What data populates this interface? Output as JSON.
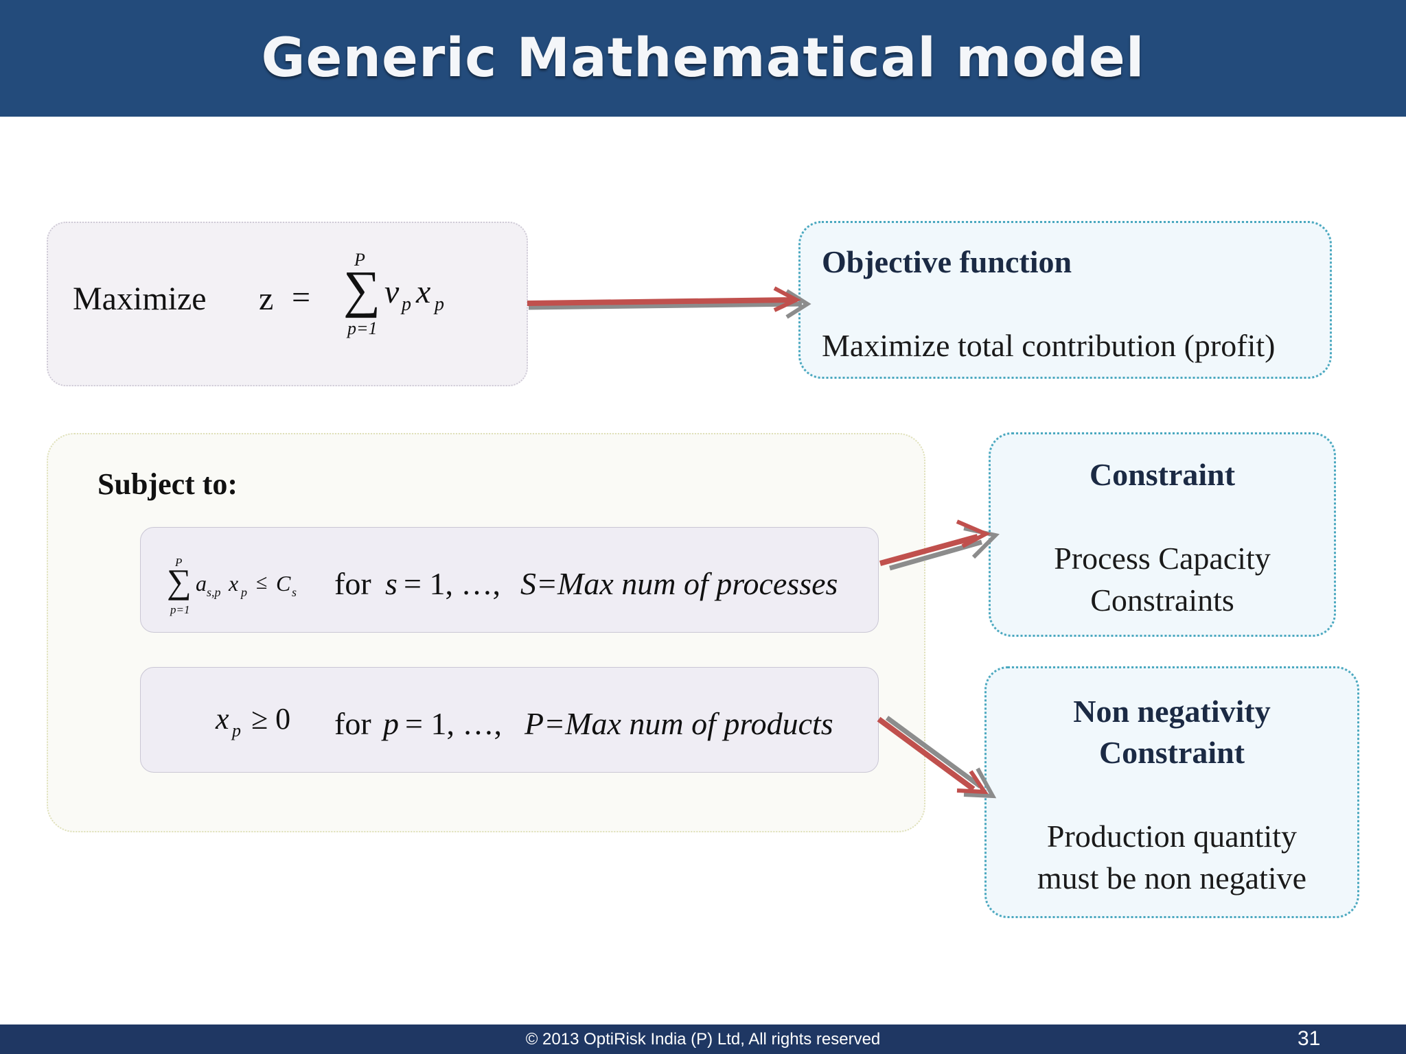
{
  "slide": {
    "title": "Generic Mathematical model",
    "page_number": "31",
    "footer": "© 2013 OptiRisk India (P) Ltd, All rights reserved"
  },
  "objective": {
    "maximize_label": "Maximize",
    "lhs": "z",
    "equals": "=",
    "sum_symbol": "∑",
    "sum_upper": "P",
    "sum_lower": "p=1",
    "term_v": "v",
    "term_v_sub": "p",
    "term_x": "x",
    "term_x_sub": "p"
  },
  "objective_desc": {
    "title": "Objective function",
    "body": "Maximize total contribution (profit)"
  },
  "subject": {
    "label": "Subject to:"
  },
  "constraint_row": {
    "sum_symbol": "∑",
    "sum_upper": "P",
    "sum_lower": "p=1",
    "term_a": "a",
    "term_a_sub": "s,p",
    "term_x": "x",
    "term_x_sub": "p",
    "leq": "≤",
    "term_c": "C",
    "term_c_sub": "s",
    "for_word": "for",
    "var": "s",
    "range": "= 1, …,",
    "limit": "S=Max num of processes"
  },
  "nonneg_row": {
    "term_x": "x",
    "term_x_sub": "p",
    "geq": "≥ 0",
    "for_word": "for",
    "var": "p",
    "range": "= 1, …,",
    "limit": "P=Max num of products"
  },
  "capacity_desc": {
    "title": "Constraint",
    "body_line1": "Process Capacity",
    "body_line2": "Constraints"
  },
  "nonneg_desc": {
    "title_line1": "Non negativity",
    "title_line2": "Constraint",
    "body_line1": "Production quantity",
    "body_line2": "must be non negative"
  },
  "colors": {
    "header": "#234b7b",
    "footer": "#1f3763",
    "arrow": "#c0504d",
    "arrow_shadow": "#8c8c8c",
    "desc_border": "#4aa8bf"
  }
}
